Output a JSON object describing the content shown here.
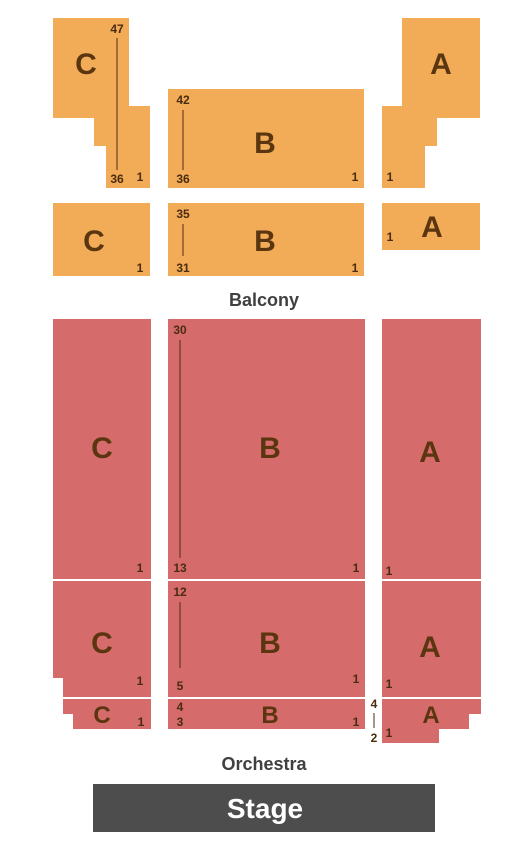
{
  "colors": {
    "balcony": "#f2ab57",
    "orchestra": "#d66b6b",
    "stage": "#4d4d4d",
    "label": "#404040",
    "section_text": "#5a3510",
    "row_text": "#4a2c10"
  },
  "levels": {
    "balcony": "Balcony",
    "orchestra": "Orchestra"
  },
  "stage": {
    "label": "Stage"
  },
  "sections": {
    "balcony_upper": {
      "left": {
        "letter": "C",
        "row_top": "47",
        "row_bottom": "36",
        "seat_start": "1"
      },
      "center": {
        "letter": "B",
        "row_top": "42",
        "row_bottom": "36",
        "seat_start": "1"
      },
      "right": {
        "letter": "A",
        "seat_start": "1"
      }
    },
    "balcony_lower": {
      "left": {
        "letter": "C",
        "seat_start": "1"
      },
      "center": {
        "letter": "B",
        "row_top": "35",
        "row_bottom": "31",
        "seat_start": "1"
      },
      "right": {
        "letter": "A",
        "seat_start": "1"
      }
    },
    "orchestra_rear": {
      "left": {
        "letter": "C",
        "seat_start": "1"
      },
      "center": {
        "letter": "B",
        "row_top": "30",
        "row_bottom": "13",
        "seat_start": "1"
      },
      "right": {
        "letter": "A",
        "seat_start": "1"
      }
    },
    "orchestra_mid": {
      "left": {
        "letter": "C",
        "seat_start": "1"
      },
      "center": {
        "letter": "B",
        "row_top": "12",
        "row_bottom": "5",
        "seat_start": "1"
      },
      "right": {
        "letter": "A",
        "seat_start": "1"
      }
    },
    "orchestra_front": {
      "left": {
        "letter": "C",
        "seat_start": "1"
      },
      "center": {
        "letter": "B",
        "row_top": "4",
        "row_bottom": "3",
        "seat_start": "1"
      },
      "right": {
        "letter": "A",
        "row_top": "4",
        "row_bottom": "2",
        "seat_start": "1"
      }
    }
  }
}
